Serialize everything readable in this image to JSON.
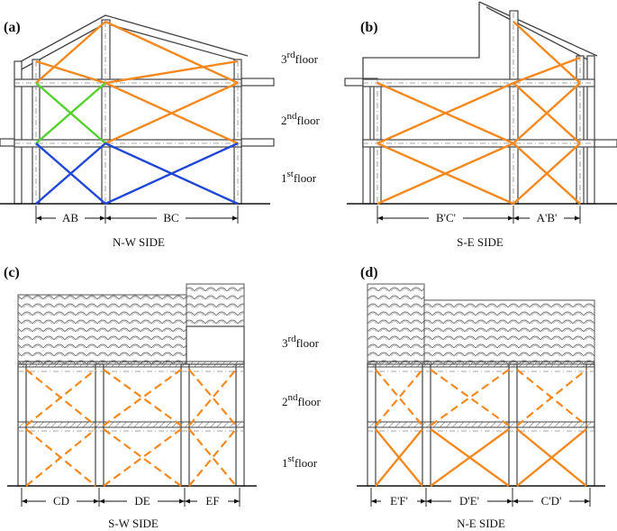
{
  "panels": [
    {
      "letter": "(a)",
      "caption": "N-W SIDE",
      "dims": [
        "AB",
        "BC"
      ]
    },
    {
      "letter": "(b)",
      "caption": "S-E SIDE",
      "dims": [
        "B'C'",
        "A'B'"
      ]
    },
    {
      "letter": "(c)",
      "caption": "S-W SIDE",
      "dims": [
        "CD",
        "DE",
        "EF"
      ]
    },
    {
      "letter": "(d)",
      "caption": "N-E SIDE",
      "dims": [
        "E'F'",
        "D'E'",
        "C'D'"
      ]
    }
  ],
  "floors": {
    "first": {
      "base": "1",
      "sup": "st",
      "word": "floor"
    },
    "second": {
      "base": "2",
      "sup": "nd",
      "word": "floor"
    },
    "third": {
      "base": "3",
      "sup": "rd",
      "word": "floor"
    }
  },
  "colors": {
    "orange": "#F5891F",
    "green": "#55D12E",
    "blue": "#2046D6",
    "structure": "#444444"
  }
}
